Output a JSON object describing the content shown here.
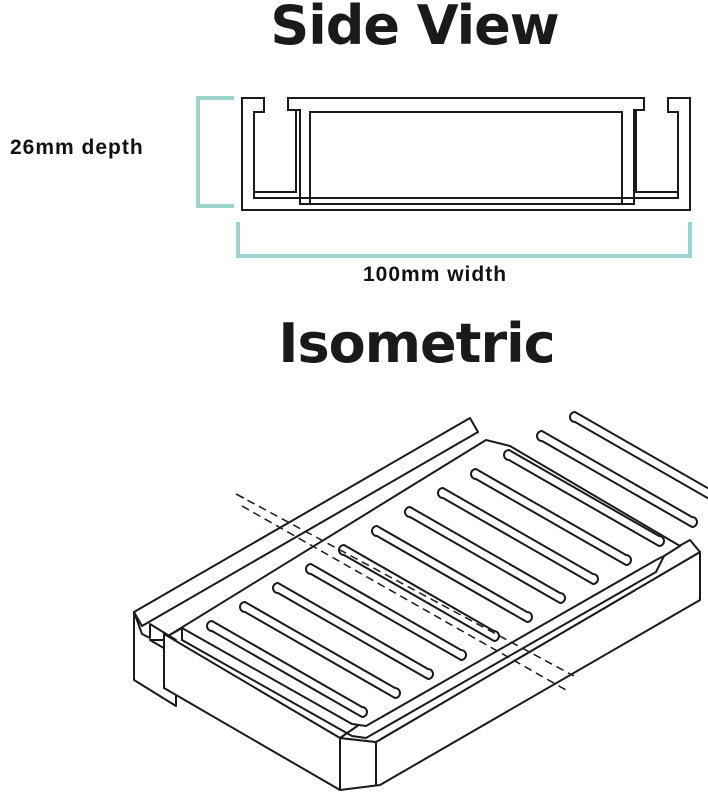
{
  "side_view": {
    "title": "Side View",
    "depth_label": "26mm depth",
    "width_label": "100mm width"
  },
  "isometric": {
    "title": "Isometric",
    "slot_count": 12
  },
  "colors": {
    "dimension_bracket": "#9fd4cc",
    "line": "#1a1a1a",
    "fill": "#ffffff"
  }
}
